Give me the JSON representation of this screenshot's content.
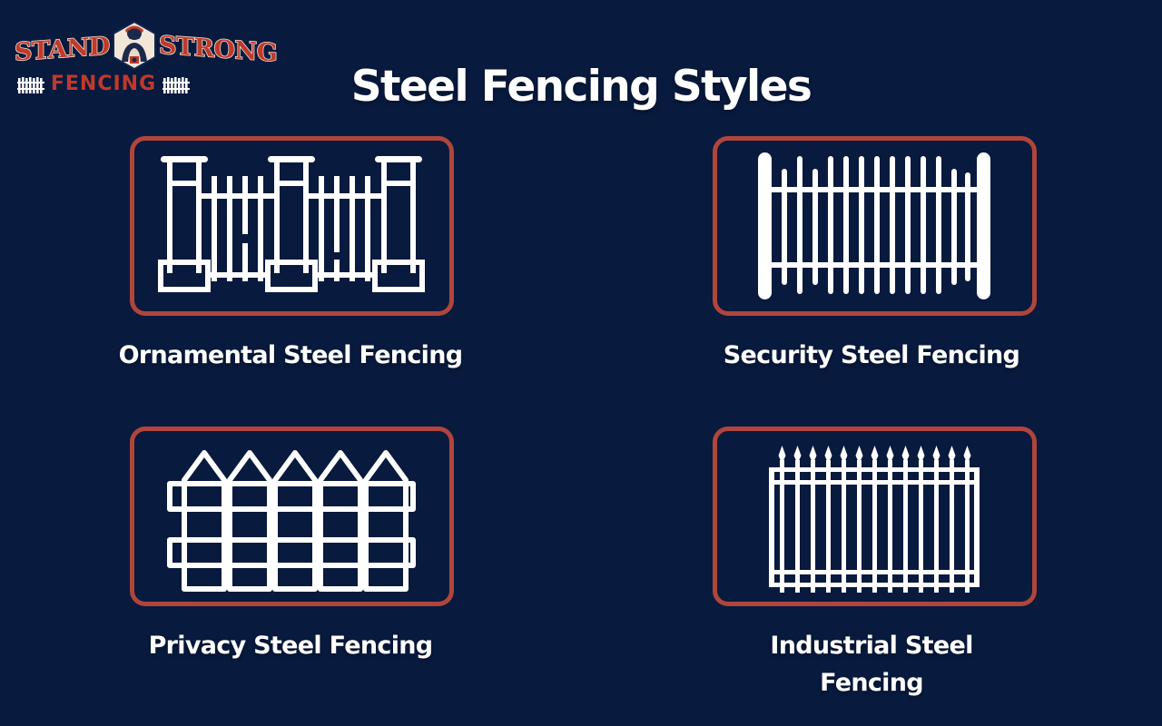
{
  "page": {
    "background_color": "#081A3E",
    "accent_color": "#B0453C",
    "text_color": "#FFFFFF",
    "title": "Steel Fencing Styles"
  },
  "logo": {
    "word_left": "STAND",
    "word_right": "STRONG",
    "word_bottom": "FENCING",
    "badge_icon": "fence-builder-mascot-badge-icon",
    "picket_icon": "picket-fence-icon",
    "brand_red": "#C0392B",
    "brand_cream": "#F2E6D8"
  },
  "cards": [
    {
      "id": "ornamental",
      "label": "Ornamental Steel Fencing",
      "icon": "ornamental-fence-icon",
      "wrap": "two-line"
    },
    {
      "id": "security",
      "label": "Security Steel Fencing",
      "icon": "security-fence-icon",
      "wrap": "one-line"
    },
    {
      "id": "privacy",
      "label": "Privacy Steel Fencing",
      "icon": "privacy-fence-icon",
      "wrap": "one-line"
    },
    {
      "id": "industrial",
      "label": "Industrial Steel Fencing",
      "icon": "industrial-fence-icon",
      "wrap": "two-line"
    }
  ]
}
